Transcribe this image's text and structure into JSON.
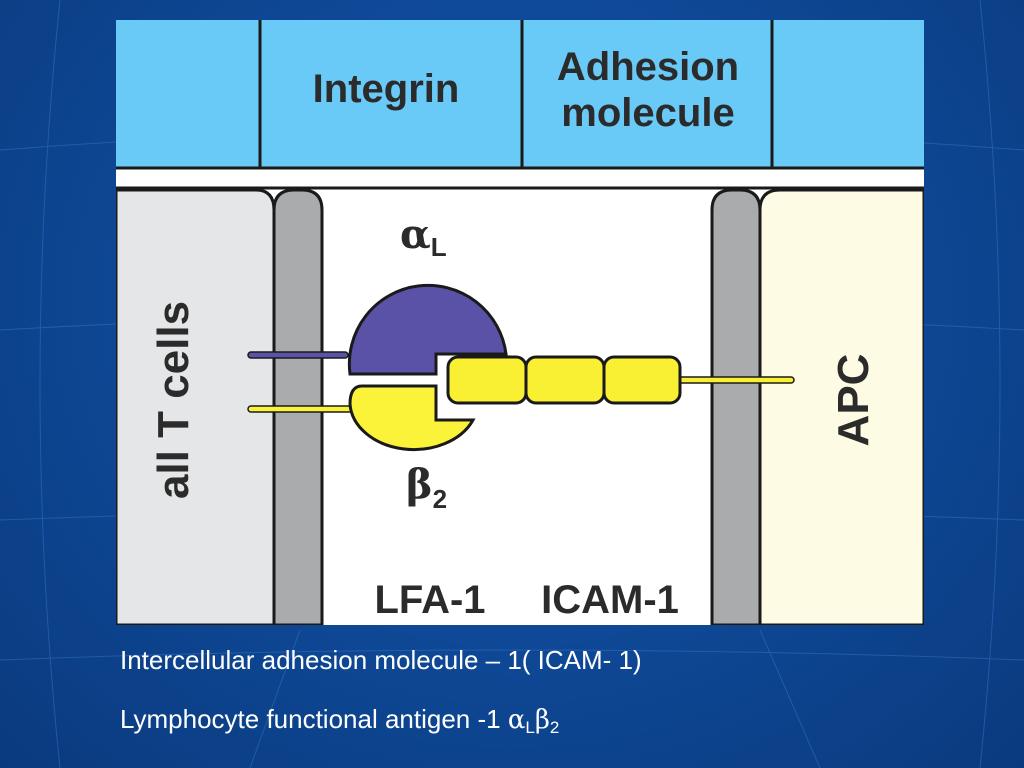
{
  "header": {
    "integrin_label": "Integrin",
    "adhesion_line1": "Adhesion",
    "adhesion_line2": "molecule"
  },
  "diagram": {
    "left_cell_label": "all T cells",
    "right_cell_label": "APC",
    "alpha_symbol": "α",
    "alpha_subscript": "L",
    "beta_symbol": "β",
    "beta_subscript": "2",
    "lfa_label": "LFA-1",
    "icam_label": "ICAM-1"
  },
  "captions": {
    "line1": "Intercellular adhesion molecule – 1( ICAM- 1)",
    "line2_text": "Lymphocyte functional antigen -1 ",
    "line2_alpha": "α",
    "line2_alpha_sub": "L",
    "line2_beta": "β",
    "line2_beta_sub": "2"
  },
  "colors": {
    "header_blue": "#69c9f7",
    "alpha_purple": "#5a52a6",
    "beta_yellow": "#fbf23a",
    "icam_yellow": "#f9ef33",
    "membrane_gray": "#a9abad",
    "tcell_gray": "#e4e6e7",
    "apc_cream": "#fdfbe3",
    "background_blue": "#0f4a99"
  }
}
